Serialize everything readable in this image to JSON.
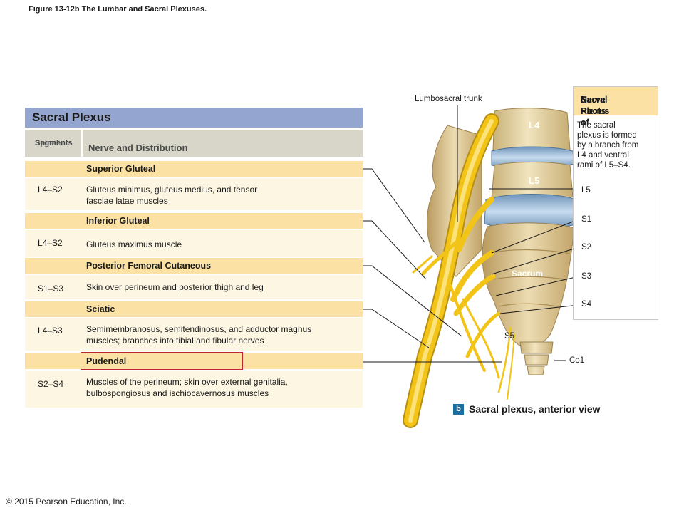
{
  "figure_title": "Figure 13-12b The Lumbar and Sacral Plexuses.",
  "copyright": "© 2015 Pearson Education, Inc.",
  "table": {
    "title": "Sacral Plexus",
    "col_segments": [
      "Spinal",
      "Segments"
    ],
    "col_distribution": "Nerve and Distribution",
    "rows": [
      {
        "nerve": "Superior Gluteal",
        "segments": "L4–S2",
        "distribution": [
          "Gluteus minimus, gluteus medius, and tensor",
          "fasciae latae muscles"
        ]
      },
      {
        "nerve": "Inferior Gluteal",
        "segments": "L4–S2",
        "distribution": [
          "Gluteus maximus muscle"
        ]
      },
      {
        "nerve": "Posterior Femoral Cutaneous",
        "segments": "S1–S3",
        "distribution": [
          "Skin over perineum and posterior thigh and leg"
        ]
      },
      {
        "nerve": "Sciatic",
        "segments": "L4–S3",
        "distribution": [
          "Semimembranosus, semitendinosus, and adductor magnus",
          "muscles; branches into tibial and fibular nerves"
        ]
      },
      {
        "nerve": "Pudendal",
        "segments": "S2–S4",
        "distribution": [
          "Muscles of the perineum; skin over external genitalia,",
          "bulbospongiosus and ischiocavernosus muscles"
        ]
      }
    ]
  },
  "roots_box": {
    "title": [
      "Nerve Roots of",
      "Sacral Plexus"
    ],
    "text": [
      "The sacral",
      "plexus is formed",
      "by a branch from",
      "L4 and ventral",
      "rami of L5–S4."
    ]
  },
  "labels": {
    "lumbosacral_trunk": "Lumbosacral trunk",
    "L4": "L4",
    "L5_vertebra": "L5",
    "sacrum": "Sacrum",
    "S5": "S5",
    "L5": "L5",
    "S1": "S1",
    "S2": "S2",
    "S3": "S3",
    "S4": "S4",
    "Co1": "Co1"
  },
  "caption": {
    "badge": "b",
    "text": "Sacral plexus, anterior view"
  },
  "colors": {
    "header": "#94a6cf",
    "nerve_bar": "#fbe2a4",
    "desc_band": "#fdf6e3",
    "highlight": "#c0262d",
    "nerve": "#f2c418",
    "bone": "#e8d7a6",
    "disc": "#9cbcd8"
  }
}
